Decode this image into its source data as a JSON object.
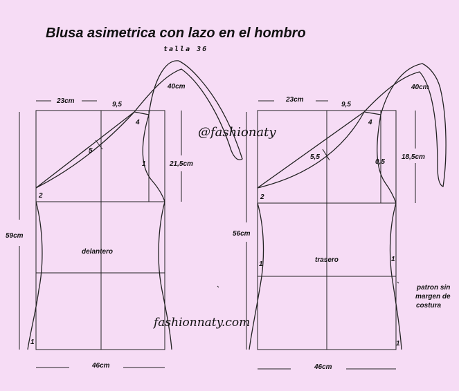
{
  "title": "Blusa asimetrica con lazo en el hombro",
  "size_label": "talla 36",
  "watermark_top": "@fashionaty",
  "watermark_bottom": "fashionnaty.com",
  "note": [
    "patron sin",
    "margen de",
    "costura"
  ],
  "front": {
    "name": "delantero",
    "width_top": "23cm",
    "shoulder": "9,5",
    "strap": "40cm",
    "armhole_depth": "21,5cm",
    "length": "59cm",
    "bottom_width": "46cm",
    "marks": {
      "shoulder_point": "4",
      "dart": "5",
      "side": "1",
      "neck": "2",
      "hem": "1"
    }
  },
  "back": {
    "name": "trasero",
    "width_top": "23cm",
    "shoulder": "9,5",
    "strap": "40cm",
    "armhole_depth": "18,5cm",
    "length": "56cm",
    "bottom_width": "46cm",
    "marks": {
      "shoulder_point": "4",
      "dart": "5,5",
      "side": "0,5",
      "neck": "2",
      "waist_left": "1",
      "waist_right": "1",
      "hem": "1"
    }
  }
}
